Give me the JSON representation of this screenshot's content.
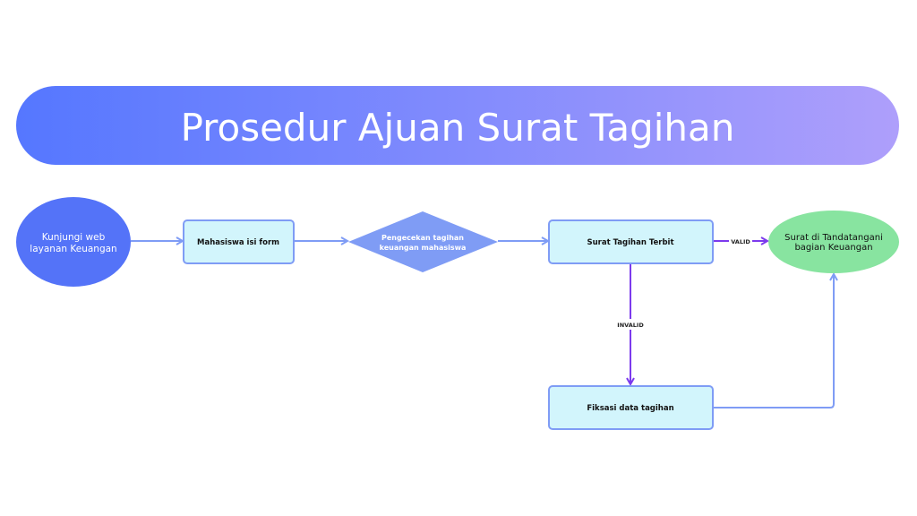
{
  "title": "Prosedur Ajuan Surat Tagihan",
  "nodes": {
    "start": [
      "Kunjungi web",
      "layanan Keuangan"
    ],
    "form": "Mahasiswa isi form",
    "check": [
      "Pengecekan tagihan",
      "keuangan mahasiswa"
    ],
    "issued": "Surat Tagihan Terbit",
    "signed": [
      "Surat di Tandatangani",
      "bagian Keuangan"
    ],
    "fix": "Fiksasi data tagihan"
  },
  "edges": {
    "valid": "VALID",
    "invalid": "INVALID"
  },
  "colors": {
    "banner_start": "#5577ff",
    "banner_end": "#ae9ffb",
    "start_fill": "#5473f8",
    "box_fill": "#d2f5fc",
    "box_stroke": "#7f9cf5",
    "diamond_fill": "#7f9cf5",
    "end_fill": "#88e4a0",
    "purple": "#7c3aed"
  }
}
